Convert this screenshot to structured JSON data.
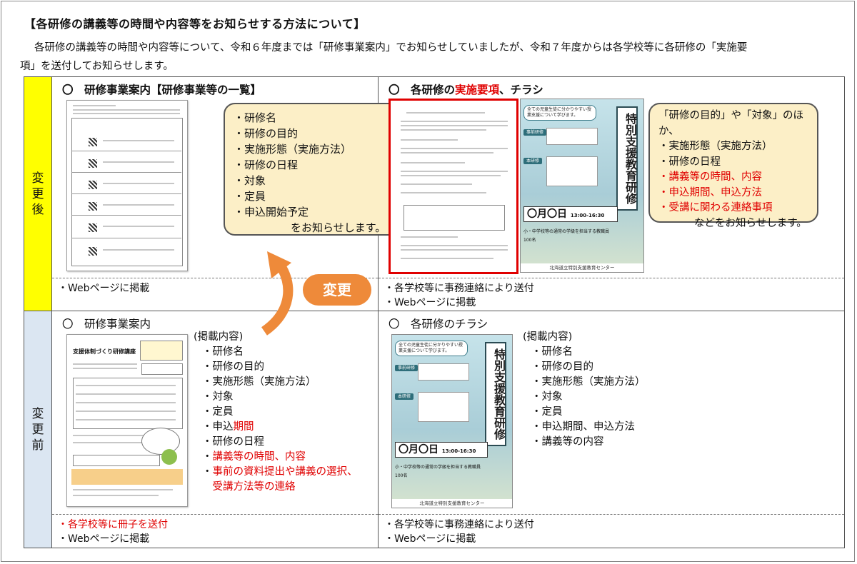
{
  "title": "【各研修の講義等の時間や内容等をお知らせする方法について】",
  "intro": {
    "line1": "各研修の講義等の時間や内容等について、令和６年度までは「研修事業案内」でお知らせしていましたが、令和７年度からは各学校等に各研修の「実施要",
    "line2": "項」を送付してお知らせします。"
  },
  "after": {
    "label": "変更後",
    "left": {
      "heading": "〇　研修事業案内【研修事業等の一覧】",
      "callout_items": [
        "・研修名",
        "・研修の目的",
        "・実施形態（実施方法）",
        "・研修の日程",
        "・対象",
        "・定員",
        "・申込開始予定"
      ],
      "callout_end": "をお知らせします。",
      "foot": [
        "・Webページに掲載"
      ]
    },
    "right": {
      "heading_pre": "〇　各研修の",
      "heading_red": "実施要項",
      "heading_post": "、チラシ",
      "callout_intro": "「研修の目的」や「対象」のほか、",
      "callout_items": [
        {
          "text": "・実施形態（実施方法）",
          "red": false
        },
        {
          "text": "・研修の日程",
          "red": false
        },
        {
          "text": "・講義等の時間、内容",
          "red": true
        },
        {
          "text": "・申込期間、申込方法",
          "red": true
        },
        {
          "text": "・受講に関わる連絡事項",
          "red": true
        }
      ],
      "callout_end": "などをお知らせします。",
      "foot": [
        "・各学校等に事務連絡により送付",
        "・Webページに掲載"
      ]
    }
  },
  "change_label": "変更",
  "before": {
    "label": "変更前",
    "left": {
      "heading": "〇　研修事業案内",
      "list_title": "(掲載内容)",
      "items": [
        {
          "pre": "・研修名",
          "red": "",
          "post": ""
        },
        {
          "pre": "・研修の目的",
          "red": "",
          "post": ""
        },
        {
          "pre": "・実施形態（実施方法）",
          "red": "",
          "post": ""
        },
        {
          "pre": "・対象",
          "red": "",
          "post": ""
        },
        {
          "pre": "・定員",
          "red": "",
          "post": ""
        },
        {
          "pre": "・申込",
          "red": "期間",
          "post": ""
        },
        {
          "pre": "・研修の日程",
          "red": "",
          "post": ""
        },
        {
          "pre": "・",
          "red": "講義等の時間、内容",
          "post": ""
        },
        {
          "pre": "・",
          "red": "事前の資料提出や講義の選択、",
          "post": ""
        },
        {
          "pre": "　",
          "red": "受講方法等の連絡",
          "post": ""
        }
      ],
      "foot_red": "・各学校等に冊子を送付",
      "foot": "・Webページに掲載"
    },
    "right": {
      "heading": "〇　各研修のチラシ",
      "list_title": "(掲載内容)",
      "items": [
        "・研修名",
        "・研修の目的",
        "・実施形態（実施方法）",
        "・対象",
        "・定員",
        "・申込期間、申込方法",
        "・講義等の内容"
      ],
      "foot": [
        "・各学校等に事務連絡により送付",
        "・Webページに掲載"
      ]
    }
  },
  "flyer": {
    "tagline": "全ての児童生徒に分かりやすい授業支援について学びます。",
    "title": "特別支援教育研修",
    "date": "〇月〇日",
    "time": "13:00-16:30",
    "target": "小・中学校等の通常の学級を担当する教職員",
    "capacity": "100名",
    "footer": "北海道立特別支援教育センター"
  },
  "thumb_doc": {
    "top_title": "支援体制づくり研修講座"
  },
  "colors": {
    "after_band": "#ffff00",
    "before_band": "#dbe6f2",
    "callout": "#fcefc7",
    "arrow": "#ee8a3a",
    "red": "#e00000"
  }
}
